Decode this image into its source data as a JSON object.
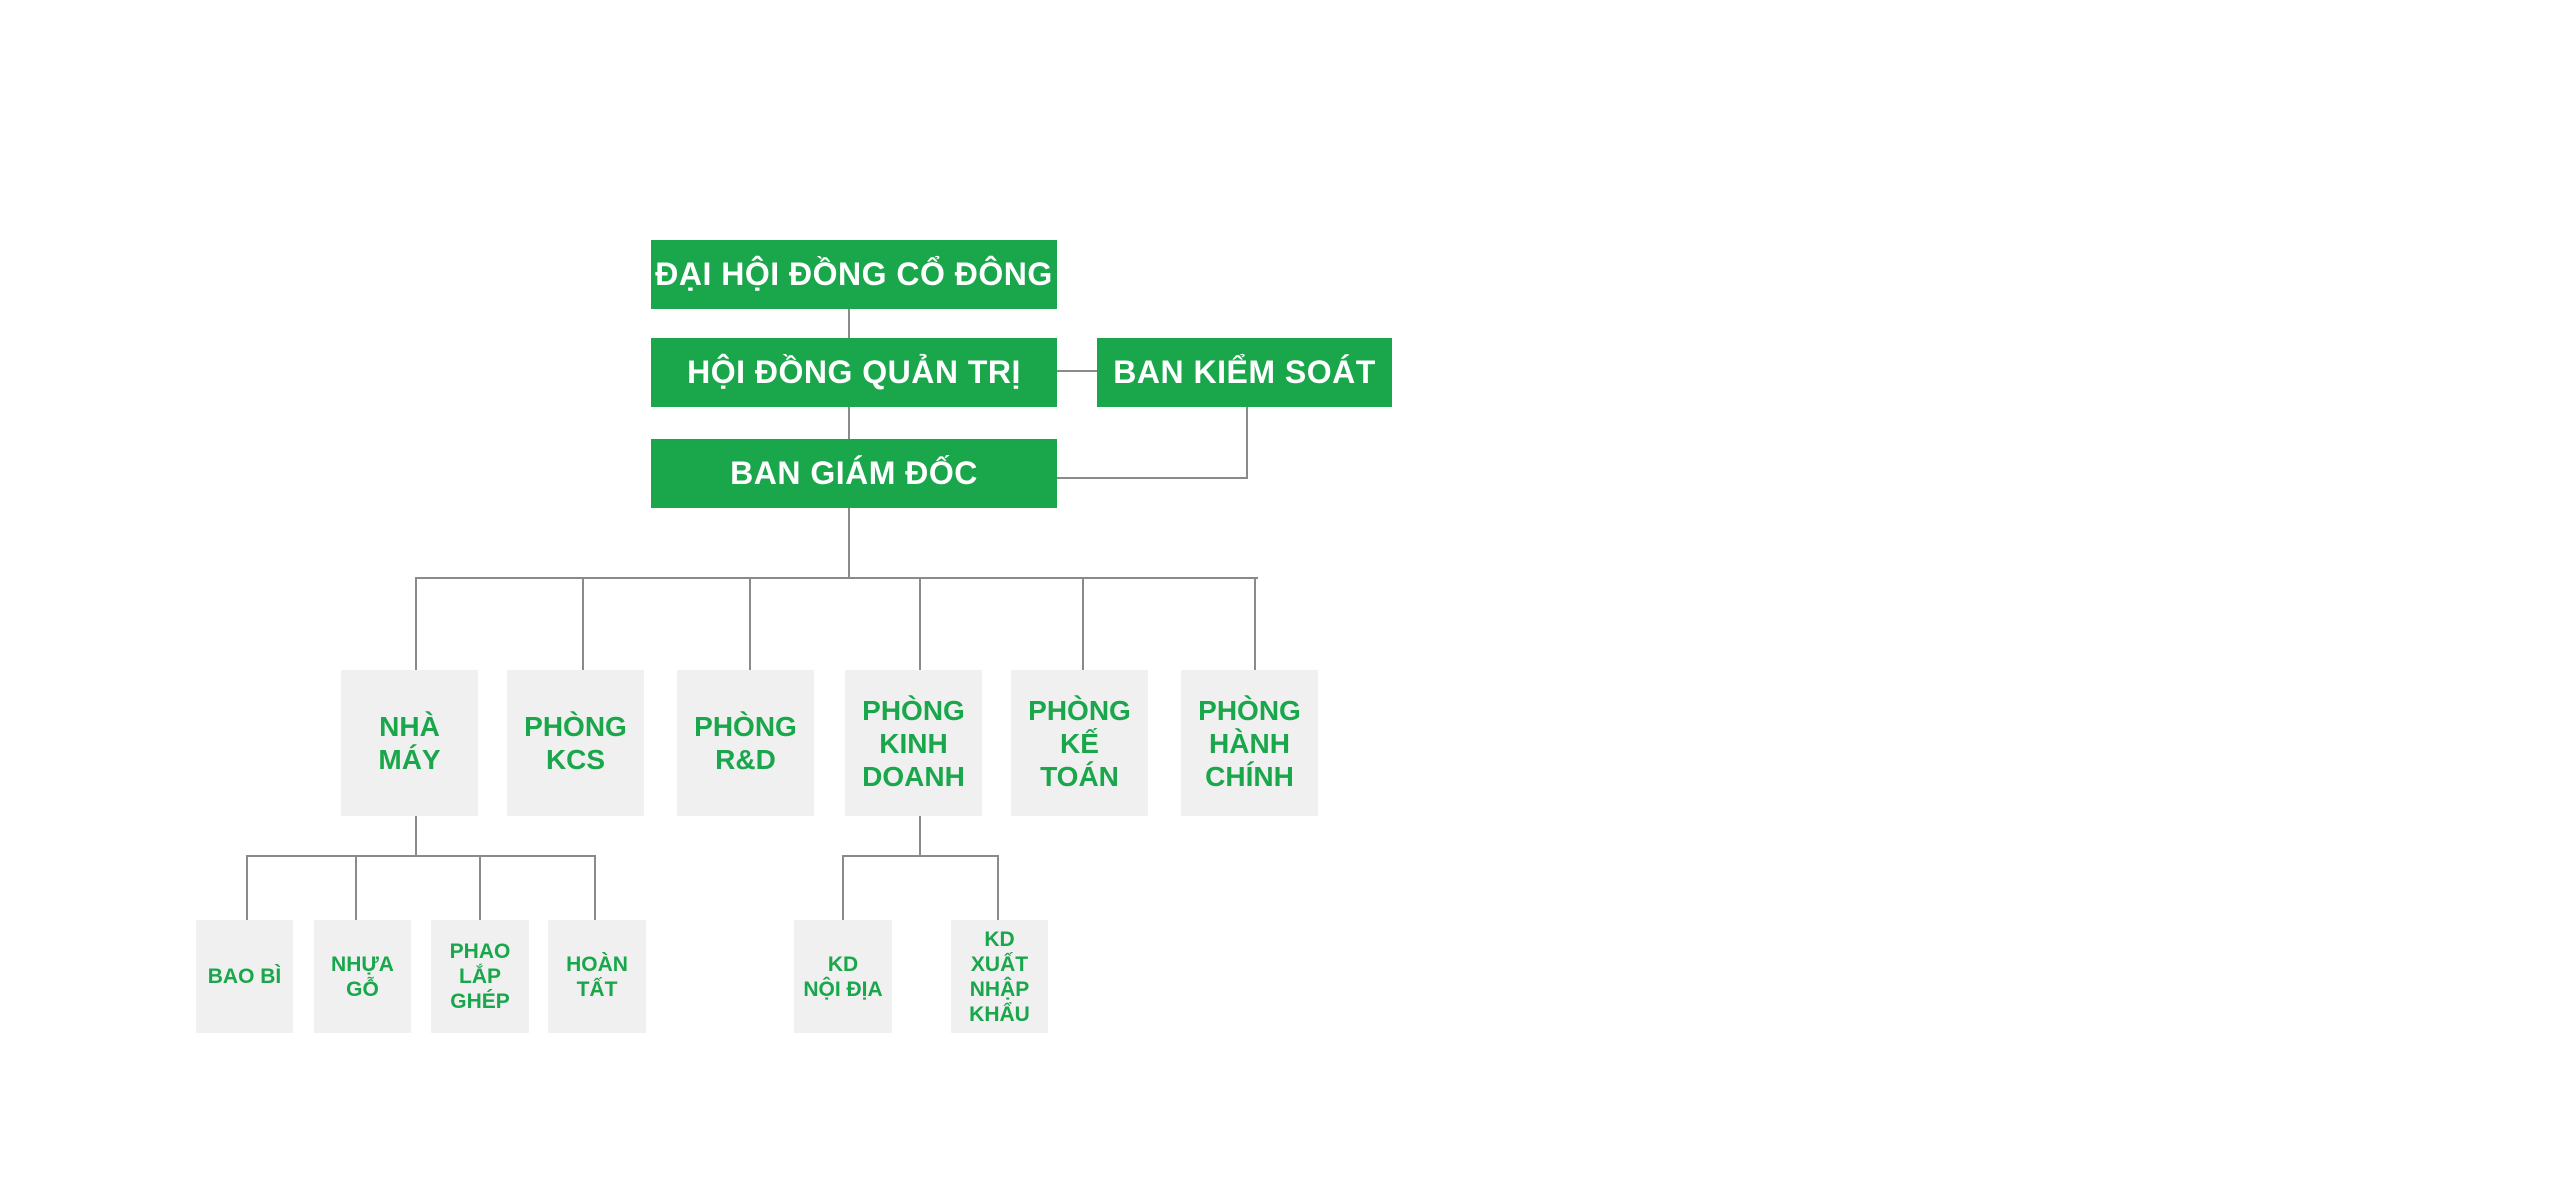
{
  "colors": {
    "primary_green": "#1aa64b",
    "box_gray": "#f0f0f0",
    "connector": "#8a8a8a"
  },
  "leadership": {
    "shareholders": "ĐẠI HỘI ĐỒNG CỔ ĐÔNG",
    "board": "HỘI ĐỒNG QUẢN TRỊ",
    "supervisory": "BAN KIỂM SOÁT",
    "management": "BAN GIÁM ĐỐC"
  },
  "departments": [
    {
      "label": "NHÀ\nMÁY"
    },
    {
      "label": "PHÒNG\nKCS"
    },
    {
      "label": "PHÒNG\nR&D"
    },
    {
      "label": "PHÒNG\nKINH\nDOANH"
    },
    {
      "label": "PHÒNG\nKẾ\nTOÁN"
    },
    {
      "label": "PHÒNG\nHÀNH\nCHÍNH"
    }
  ],
  "factory_units": [
    {
      "label": "BAO BÌ"
    },
    {
      "label": "NHỰA\nGỖ"
    },
    {
      "label": "PHAO\nLẮP\nGHÉP"
    },
    {
      "label": "HOÀN\nTẤT"
    }
  ],
  "sales_units": [
    {
      "label": "KD\nNỘI ĐỊA"
    },
    {
      "label": "KD\nXUẤT\nNHẬP\nKHẨU"
    }
  ]
}
